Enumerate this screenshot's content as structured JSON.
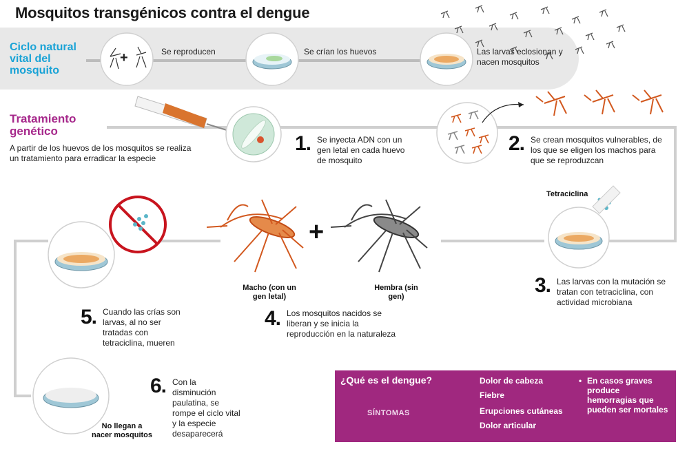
{
  "title": "Mosquitos transgénicos contra el dengue",
  "natural_cycle": {
    "heading": "Ciclo natural vital del mosquito",
    "step1": "Se reproducen",
    "step2": "Se crían los huevos",
    "step3": "Las larvas eclosionan y nacen mosquitos",
    "plus": "+"
  },
  "treatment": {
    "heading": "Tratamiento genético",
    "description": "A partir de los huevos de los mosquitos se realiza un tratamiento para erradicar la especie",
    "steps": [
      {
        "num": "1.",
        "text": "Se inyecta ADN con un gen letal en cada huevo de mosquito"
      },
      {
        "num": "2.",
        "text": "Se crean mosquitos vulnerables, de los que se eligen los machos para que se reproduzcan"
      },
      {
        "num": "3.",
        "text": "Las larvas con la mutación se tratan con tetraciclina, con actividad microbiana"
      },
      {
        "num": "4.",
        "text": "Los mosquitos nacidos se liberan y se inicia la reproducción en la naturaleza"
      },
      {
        "num": "5.",
        "text": "Cuando las crías son larvas, al no ser tratadas con tetraciclina, mueren"
      },
      {
        "num": "6.",
        "text": "Con la disminución paulatina, se rompe el ciclo vital y la especie desaparecerá"
      }
    ],
    "tetracycline_label": "Tetraciclina",
    "male_label": "Macho (con un gen letal)",
    "female_label": "Hembra (sin gen)",
    "plus": "+",
    "no_mosquitoes_label": "No llegan a nacer mosquitos"
  },
  "dengue_box": {
    "title": "¿Qué es el dengue?",
    "symptoms_label": "SÍNTOMAS",
    "symptoms": [
      "Dolor de cabeza",
      "Fiebre",
      "Erupciones cutáneas",
      "Dolor articular"
    ],
    "severe_note": "En casos graves produce hemorragias que pueden ser mortales"
  },
  "colors": {
    "natural_heading": "#1aa3d6",
    "treatment_heading": "#a6288b",
    "box_background": "#a0287f",
    "mosquito_male": "#d2581e"
  }
}
